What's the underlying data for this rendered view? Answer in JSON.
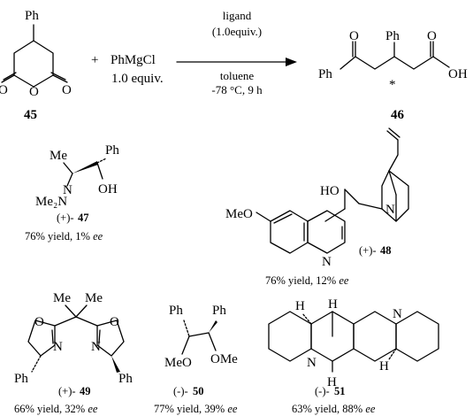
{
  "reaction": {
    "substrate_id": "45",
    "substrate_substituent": "Ph",
    "plus": "+",
    "reagent": "PhMgCl",
    "reagent_amount": "1.0 equiv.",
    "conditions_above": [
      "ligand",
      "(1.0equiv.)"
    ],
    "conditions_below": [
      "toluene",
      "-78 °C, 9 h"
    ],
    "product_id": "46",
    "product_labels": {
      "ph_left": "Ph",
      "ph_top": "Ph",
      "star": "*",
      "oh": "OH",
      "o": "O"
    }
  },
  "ligands": [
    {
      "id": "47",
      "sign": "(+)-",
      "result": "76% yield, 1% ",
      "ee": "ee",
      "atoms": {
        "me": "Me",
        "ph": "Ph",
        "n": "N",
        "nme2": "Me₂N",
        "oh": "OH"
      }
    },
    {
      "id": "48",
      "sign": "(+)-",
      "result": "76% yield, 12% ",
      "ee": "ee",
      "atoms": {
        "ho": "HO",
        "n1": "N",
        "meo": "MeO",
        "n2": "N"
      }
    },
    {
      "id": "49",
      "sign": "(+)-",
      "result": "66% yield, 32% ",
      "ee": "ee",
      "atoms": {
        "me1": "Me",
        "me2": "Me",
        "o": "O",
        "n": "N",
        "ph": "Ph"
      }
    },
    {
      "id": "50",
      "sign": "(-)-",
      "result": "77% yield, 39% ",
      "ee": "ee",
      "atoms": {
        "ph": "Ph",
        "meo": "MeO",
        "ome": "OMe"
      }
    },
    {
      "id": "51",
      "sign": "(-)-",
      "result": "63% yield, 88% ",
      "ee": "ee",
      "atoms": {
        "h": "H",
        "n": "N"
      }
    }
  ]
}
